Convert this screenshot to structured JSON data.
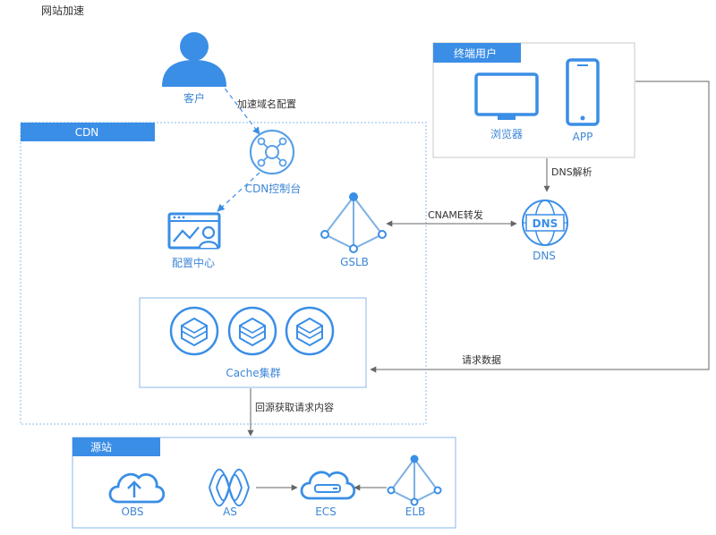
{
  "page_title": "网站加速",
  "nodes": {
    "customer": "客户",
    "end_users": "终端用户",
    "browser": "浏览器",
    "app": "APP",
    "cdn": "CDN",
    "cdn_console": "CDN控制台",
    "config_center": "配置中心",
    "gslb": "GSLB",
    "dns": "DNS",
    "cache_cluster": "Cache集群",
    "origin": "源站",
    "obs": "OBS",
    "as": "AS",
    "ecs": "ECS",
    "elb": "ELB"
  },
  "edges": {
    "accel_domain_config": "加速域名配置",
    "dns_resolve": "DNS解析",
    "cname_forward": "CNAME转发",
    "request_data": "请求数据",
    "back_to_origin": "回源获取请求内容"
  },
  "colors": {
    "accent": "#3a8ee6",
    "icon": "#5aa0e6",
    "label_blue": "#3d86d6",
    "arrow": "#666666",
    "border": "#89b8ea",
    "text": "#333333"
  }
}
